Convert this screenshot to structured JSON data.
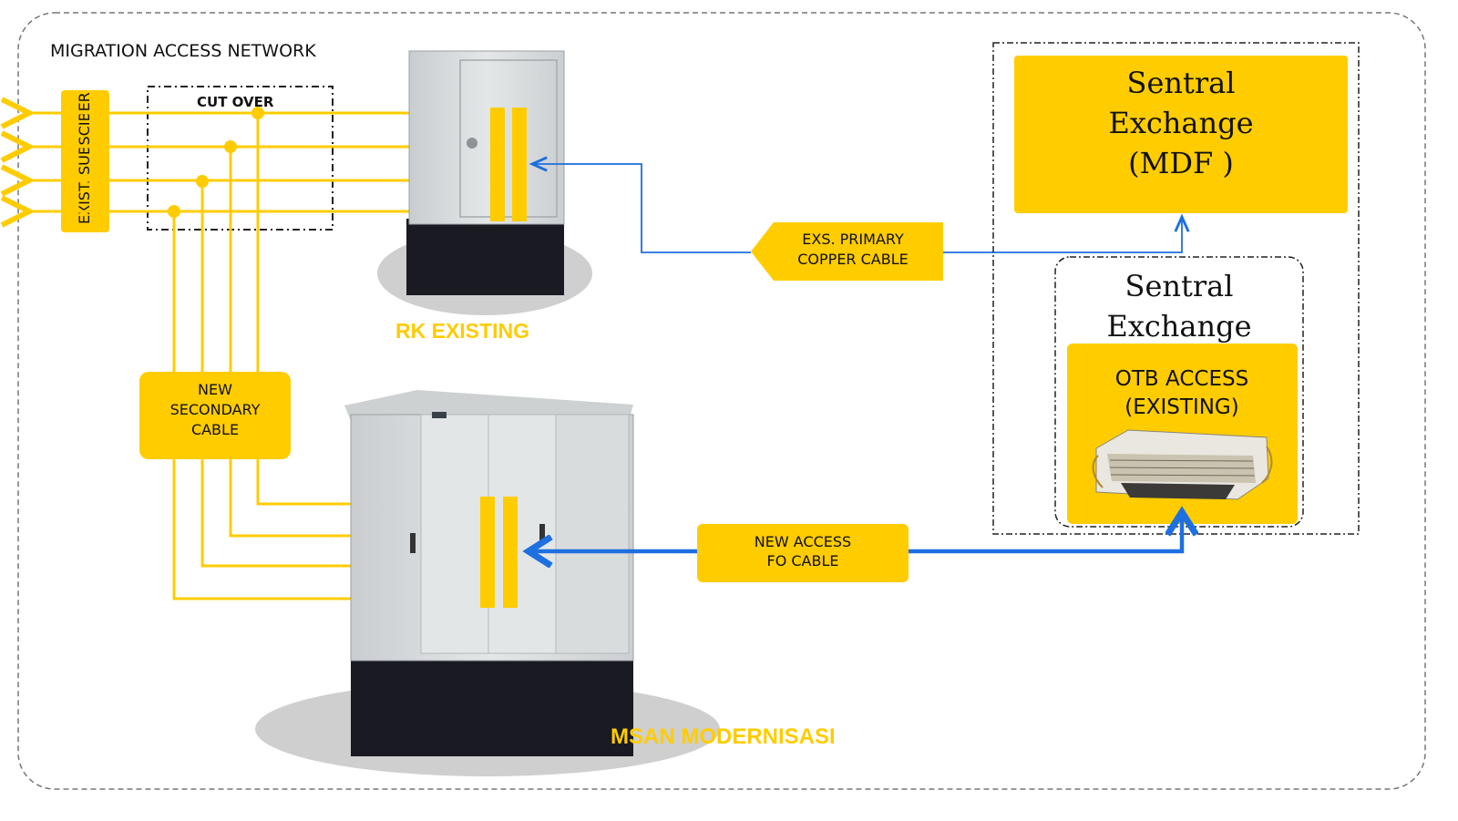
{
  "title": "MIGRATION ACCESS NETWORK",
  "labels": {
    "cut_over": "CUT OVER",
    "exist_subscriber": "EXIST. SUBSCIBER",
    "rk_existing": "RK EXISTING",
    "msan": "MSAN MODERNISASI"
  },
  "boxes": {
    "exs_primary_line1": "EXS. PRIMARY",
    "exs_primary_line2": "COPPER CABLE",
    "new_secondary_line1": "NEW",
    "new_secondary_line2": "SECONDARY",
    "new_secondary_line3": "CABLE",
    "new_access_line1": "NEW ACCESS",
    "new_access_line2": "FO CABLE",
    "sentral_mdf_line1": "Sentral",
    "sentral_mdf_line2": "Exchange",
    "sentral_mdf_line3": "(MDF )",
    "sentral_line1": "Sentral",
    "sentral_line2": "Exchange",
    "otb_line1": "OTB ACCESS",
    "otb_line2": "(EXISTING)"
  },
  "colors": {
    "yellow": "#ffcc00",
    "blue": "#1e6fe0",
    "cabinet_light": "#d9dcdc",
    "cabinet_base": "#1a1a22",
    "shadow": "#cfcfcf"
  }
}
